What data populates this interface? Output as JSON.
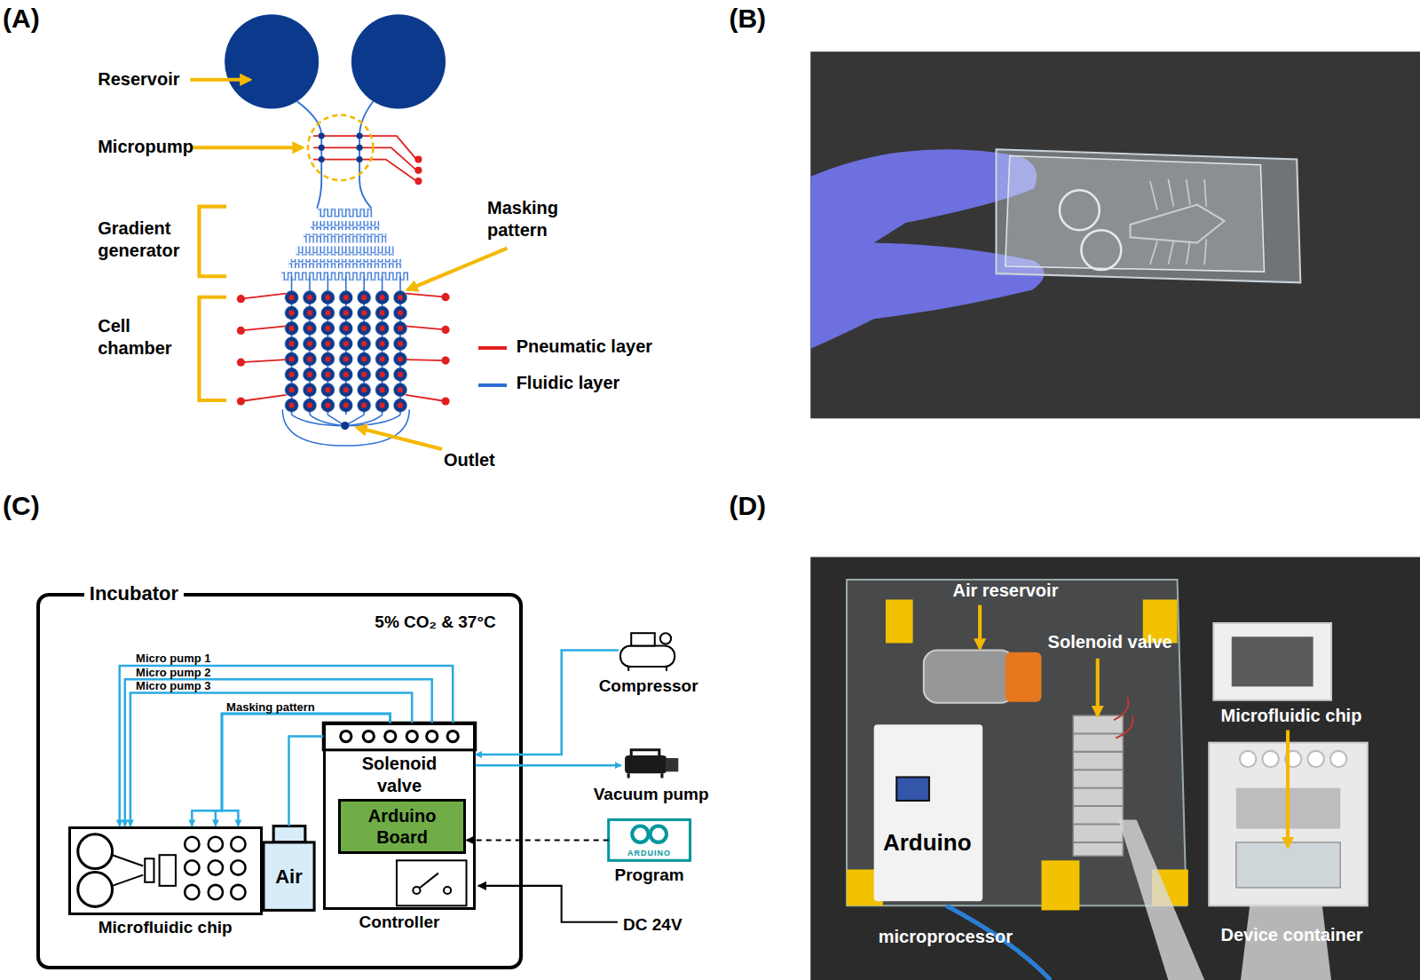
{
  "diagram": {
    "nodes": [
      {
        "text": [
          "Incubator",
          "5% CO₂ & 37°C"
        ]
      },
      {
        "text": [
          "Microfluidic chip"
        ],
        "in": 0
      },
      {
        "text": [
          "Air"
        ],
        "in": 0
      },
      {
        "text": [
          "Controller"
        ],
        "in": 0
      },
      {
        "text": [
          "Solenoid valve"
        ],
        "in": 3
      },
      {
        "text": [
          "Arduino Board"
        ],
        "in": 3
      },
      {
        "text": [
          "Compressor"
        ]
      },
      {
        "text": [
          "Vacuum pump"
        ]
      },
      {
        "text": [
          "ARDUINO",
          "Program"
        ]
      }
    ],
    "edges": [
      {
        "from": 4,
        "to": 1,
        "label": "Micro pump 1",
        "arrow": "to"
      },
      {
        "from": 4,
        "to": 1,
        "label": "Micro pump 2",
        "arrow": "to"
      },
      {
        "from": 4,
        "to": 1,
        "label": "Micro pump 3",
        "arrow": "to"
      },
      {
        "from": 4,
        "to": 1,
        "label": "Masking pattern",
        "arrow": "to"
      },
      {
        "from": 2,
        "to": 4,
        "arrow": "none"
      },
      {
        "from": 6,
        "to": 4,
        "arrow": "to"
      },
      {
        "from": 4,
        "to": 7,
        "arrow": "to"
      },
      {
        "from": 8,
        "to": 5,
        "arrow": "to"
      }
    ],
    "labels": [
      "(A)",
      "Reservoir",
      "Micropump",
      "Gradient generator",
      "Cell chamber",
      "Masking pattern",
      "Outlet",
      "(B)",
      "(C)",
      "DC 24V",
      "(D)",
      "Air reservoir",
      "Solenoid valve",
      "Microfluidic chip",
      "Arduino",
      "microprocessor",
      "Device container"
    ],
    "legend": [
      {
        "text": "Pneumatic layer",
        "color": "#e02020"
      },
      {
        "text": "Fluidic layer",
        "color": "#2e6fd6"
      }
    ]
  }
}
